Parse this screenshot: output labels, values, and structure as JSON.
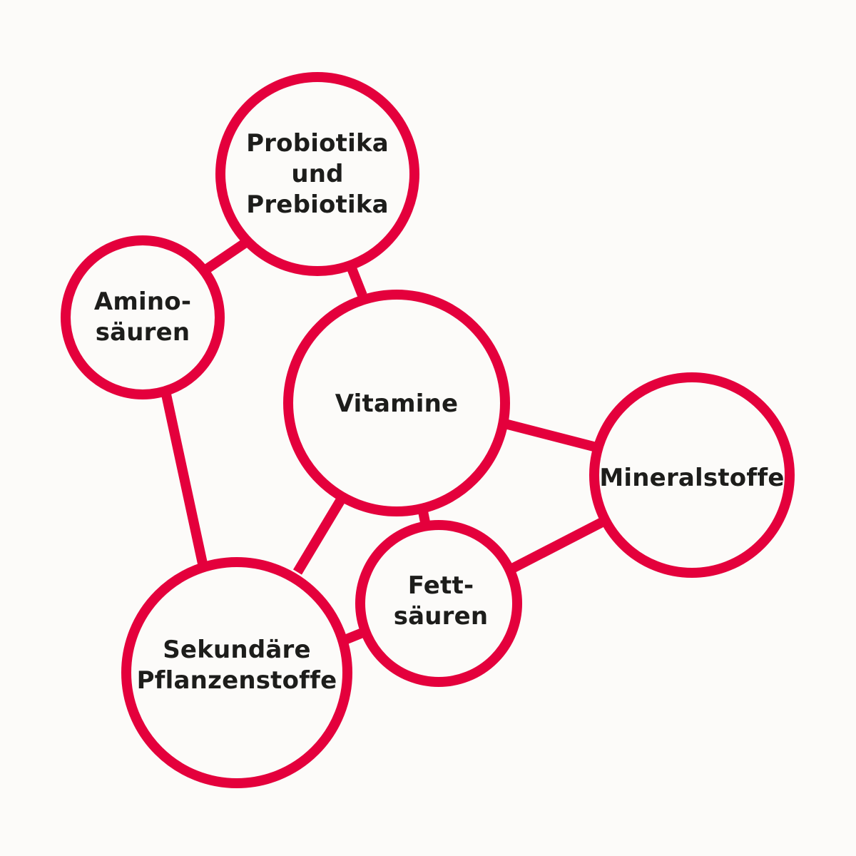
{
  "colors": {
    "accent": "#e4003c",
    "text": "#1d1d1b",
    "background": "#fcfbf9"
  },
  "nodes": {
    "probiotika": {
      "lines": [
        "Probiotika",
        "und",
        "Prebiotika"
      ]
    },
    "aminosaeuren": {
      "lines": [
        "Amino-",
        "säuren"
      ]
    },
    "vitamine": {
      "lines": [
        "Vitamine"
      ]
    },
    "mineralstoffe": {
      "lines": [
        "Mineralstoffe"
      ]
    },
    "fettsaeuren": {
      "lines": [
        "Fett-",
        "säuren"
      ]
    },
    "sekundaere": {
      "lines": [
        "Sekundäre",
        "Pflanzenstoffe"
      ]
    }
  }
}
